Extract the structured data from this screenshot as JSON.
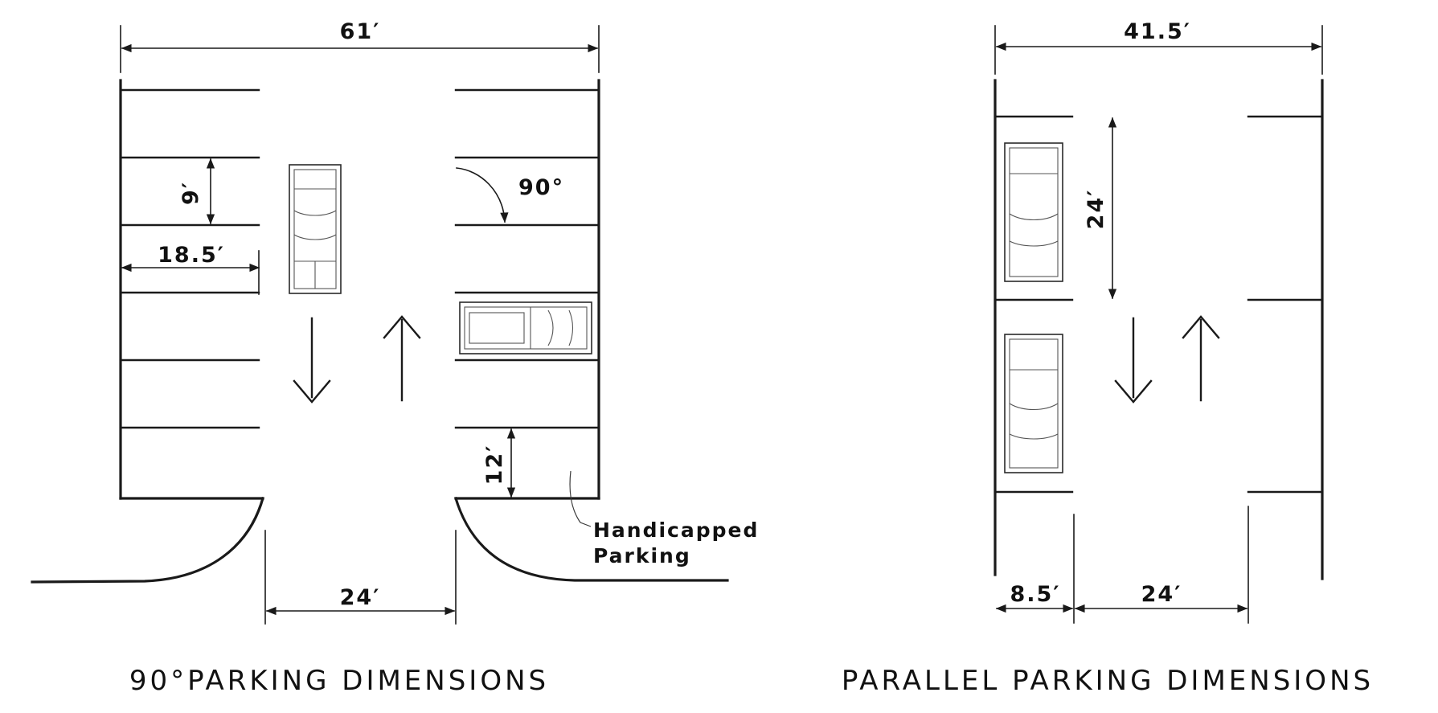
{
  "left_diagram": {
    "overall_width": "61′",
    "stall_width": "9′",
    "stall_depth": "18.5′",
    "angle": "90°",
    "entry_radius_clearance": "12′",
    "aisle_width": "24′",
    "note_line1": "Handicapped",
    "note_line2": "Parking",
    "caption": "90°PARKING DIMENSIONS"
  },
  "right_diagram": {
    "overall_width": "41.5′",
    "stall_length": "24′",
    "stall_depth": "8.5′",
    "aisle_width": "24′",
    "caption": "PARALLEL PARKING DIMENSIONS"
  },
  "colors": {
    "ink": "#1a1a1a",
    "paper": "#ffffff"
  }
}
